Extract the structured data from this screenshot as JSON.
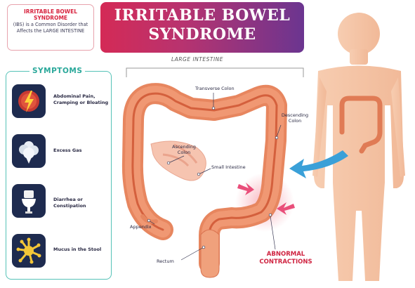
{
  "definition": {
    "term": "IRRITABLE BOWEL SYNDROME",
    "text": "(IBS) is a Common Disorder that Affects the LARGE INTESTINE"
  },
  "title": {
    "line1": "IRRITABLE BOWEL",
    "line2": "SYNDROME"
  },
  "symptoms": {
    "heading": "SYMPTOMS",
    "items": [
      {
        "label": "Abdominal Pain, Cramping or Bloating",
        "icon": "lightning-pain-icon"
      },
      {
        "label": "Excess Gas",
        "icon": "gas-cloud-icon"
      },
      {
        "label": "Diarrhea or Constipation",
        "icon": "toilet-icon"
      },
      {
        "label": "Mucus in the Stool",
        "icon": "mucus-splat-icon"
      }
    ]
  },
  "diagram": {
    "heading": "LARGE INTESTINE",
    "labels": {
      "transverse": "Transverse Colon",
      "descending": "Descending Colon",
      "ascending": "Ascending Colon",
      "small": "Small Intestine",
      "appendix": "Appendix",
      "rectum": "Rectum",
      "abnormal": "ABNORMAL CONTRACTIONS"
    }
  },
  "colors": {
    "accent_red": "#d8243f",
    "teal": "#2aa89a",
    "tile_navy": "#1e2b4f",
    "colon": "#e8835f",
    "body_skin": "#f5c7a8",
    "arrow_blue": "#3aa0d8"
  }
}
